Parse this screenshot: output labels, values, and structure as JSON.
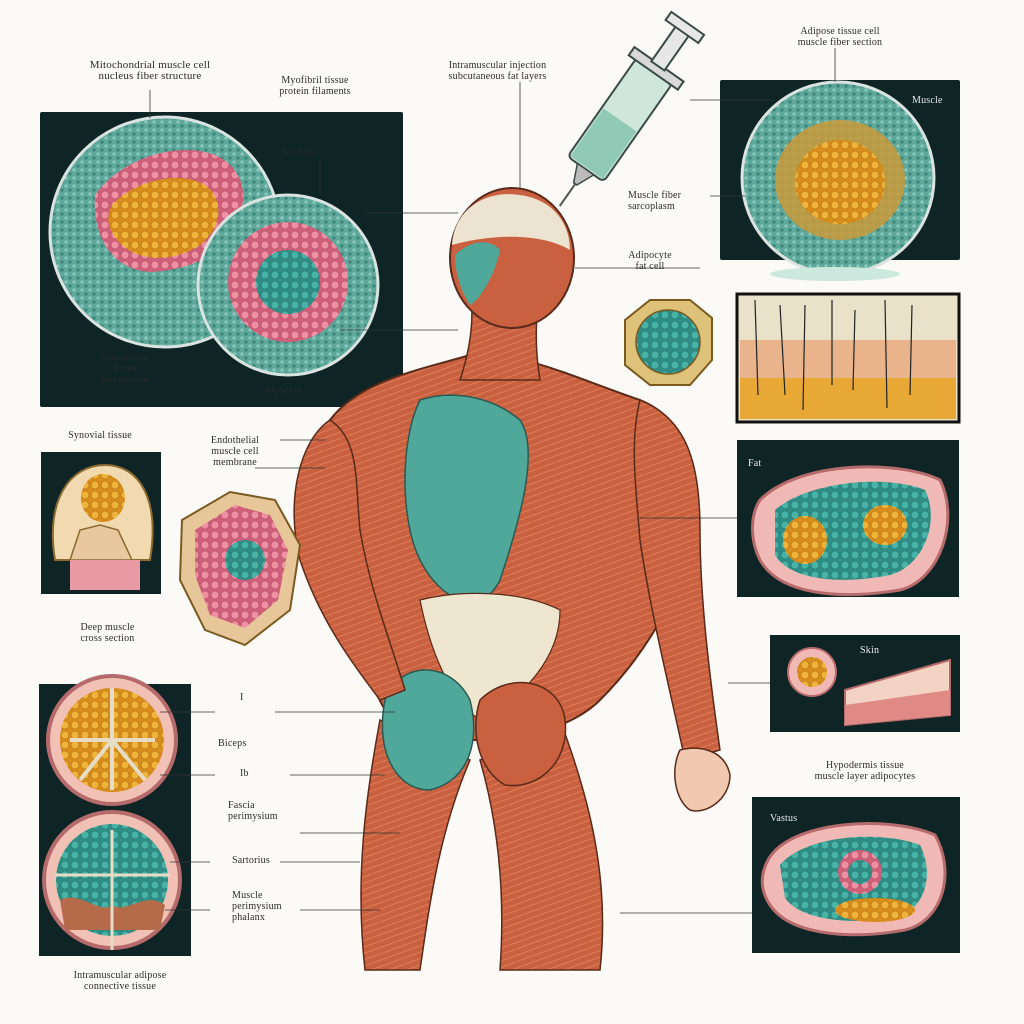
{
  "labels": {
    "top_left_caption": "Mitochondrial muscle cell\nnucleus fiber structure",
    "top_center_caption": "Myofibril tissue\nprotein filaments",
    "top_syringe_caption": "Intramuscular injection\nsubcutaneous fat layers",
    "top_right_caption": "Adipose tissue cell\nmuscle fiber section",
    "panel1_tag": "Nucleus",
    "panel1_bottom_left": "Connective\ntissue\nsarcoplasm",
    "panel1_bottom_right": "Myocyte",
    "panel2_tag": "Muscle",
    "panel2_caption": "Muscle fiber\nsarcoplasm",
    "mid_right_caption": "Adipocyte\nfat cell",
    "small_left_caption": "Synovial tissue",
    "cell_caption": "Endothelial\nmuscle cell\nmembrane",
    "panel_fat_tag": "Fat",
    "panel_skin_tag": "Skin",
    "bottom_left_caption": "Deep muscle\ncross section",
    "mark_i": "I",
    "lbl_biceps": "Biceps",
    "lbl_ib": "Ib",
    "lbl_fascia": "Fascia\nperimysium",
    "lbl_sartorius": "Sartorius",
    "lbl_muscle": "Muscle\nperimysium\nphalanx",
    "right_bottom_caption": "Hypodermis tissue\nmuscle layer adipocytes",
    "panel_bottom_tag": "Vastus",
    "bottom_caption": "Intramuscular adipose\nconnective tissue"
  },
  "icons": [
    "syringe-icon",
    "cell-icon",
    "hair-follicle-icon"
  ],
  "colors": {
    "muscle": "#c9603f",
    "muscle_light": "#e38a64",
    "teal": "#4fa89a",
    "fat": "#e8a326",
    "pink": "#e07b8e",
    "panel_bg": "#0f2424",
    "skin": "#f0c9b0"
  }
}
